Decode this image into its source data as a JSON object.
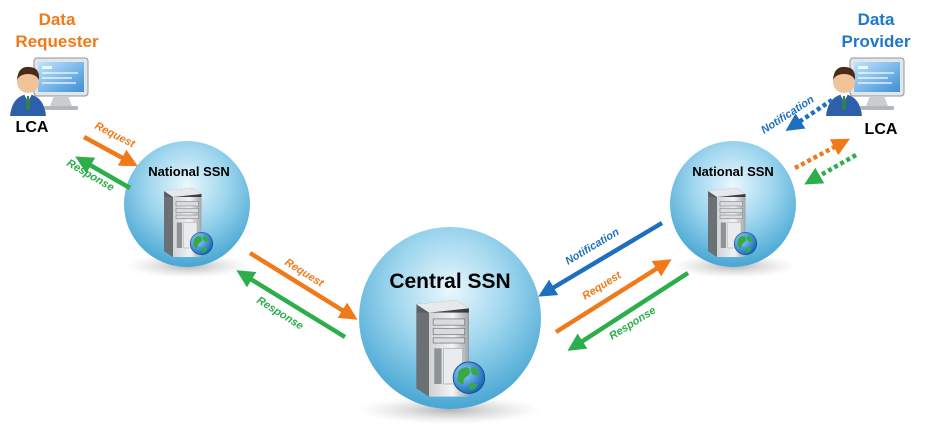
{
  "colors": {
    "requester": "#f07a1a",
    "provider": "#1f77c9",
    "request": "#f07a1a",
    "response": "#2cae4a",
    "notification": "#1f6fbf"
  },
  "requester": {
    "role": [
      "Data",
      "Requester"
    ],
    "lca": "LCA"
  },
  "provider": {
    "role": [
      "Data",
      "Provider"
    ],
    "lca": "LCA"
  },
  "national_left": {
    "label": "National  SSN"
  },
  "national_right": {
    "label": "National  SSN"
  },
  "central": {
    "label": "Central SSN"
  },
  "arrows": {
    "req_lca_to_nat": "Request",
    "resp_nat_to_lca": "Response",
    "req_nat_to_central": "Request",
    "resp_central_to_nat": "Response",
    "notif_nat_to_central": "Notification",
    "req_central_to_nat": "Request",
    "resp_nat_to_central": "Response",
    "notif_nat_to_lca": "Notification"
  },
  "icons": {
    "user": "user-computer-icon",
    "server": "server-globe-icon"
  }
}
